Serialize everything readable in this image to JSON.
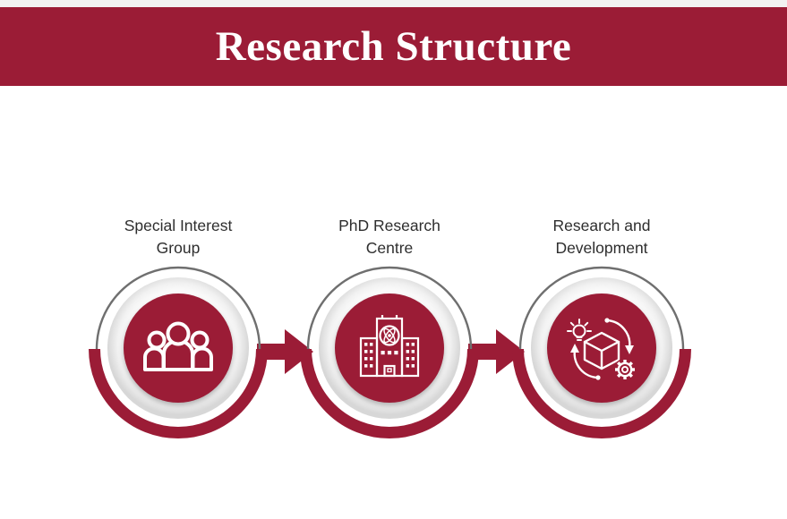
{
  "header": {
    "title": "Research Structure"
  },
  "colors": {
    "maroon": "#9b1c36",
    "ring_gray": "#6f6f6f",
    "label_text": "#2e2e2e",
    "top_strip": "#f2f2f2",
    "icon_stroke": "#ffffff",
    "background": "#ffffff"
  },
  "nodes": [
    {
      "label": [
        "Special Interest",
        "Group"
      ],
      "icon": "people-group-icon"
    },
    {
      "label": [
        "PhD Research",
        "Centre"
      ],
      "icon": "research-building-icon"
    },
    {
      "label": [
        "Research and",
        "Development"
      ],
      "icon": "rd-cycle-icon"
    }
  ],
  "arrows": {
    "count": 2,
    "direction": "right"
  }
}
